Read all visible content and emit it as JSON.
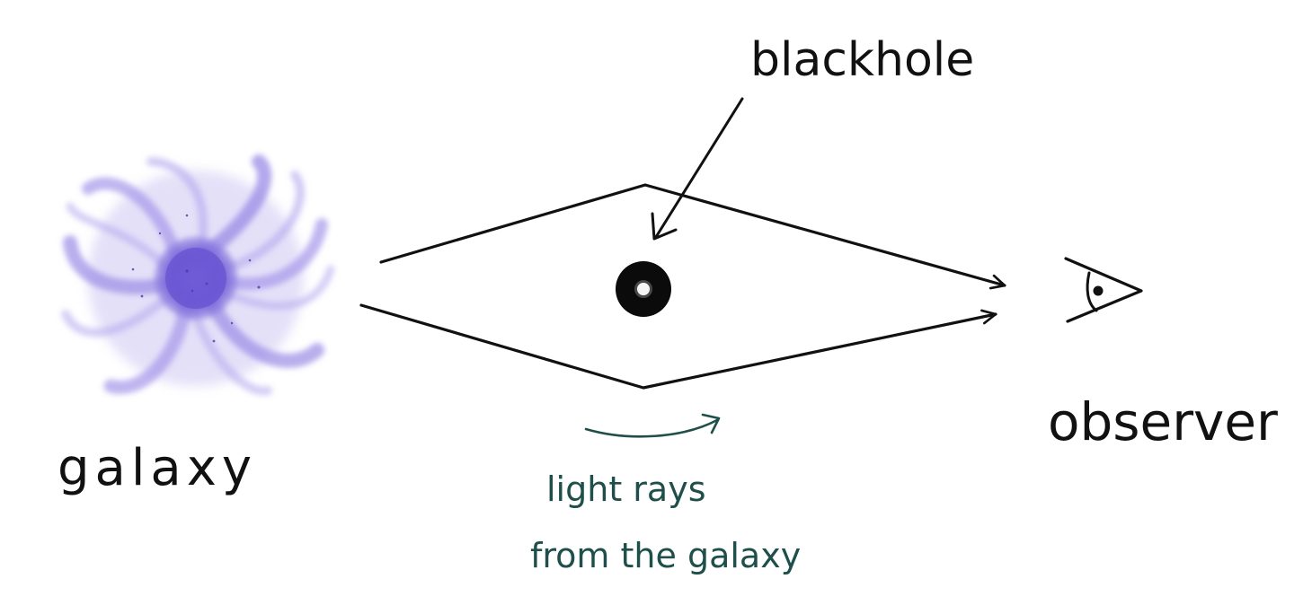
{
  "labels": {
    "blackhole": "blackhole",
    "galaxy": "galaxy",
    "observer": "observer",
    "rays_line1": "light rays",
    "rays_line2": "from the galaxy"
  },
  "colors": {
    "ink": "#111111",
    "galaxy_purple": "#7b68d8",
    "galaxy_core": "#6a55d0",
    "annotation_green": "#1f4f4a"
  },
  "icons": {
    "galaxy": "spiral-galaxy-icon",
    "blackhole": "black-hole-icon",
    "observer": "eye-icon"
  }
}
